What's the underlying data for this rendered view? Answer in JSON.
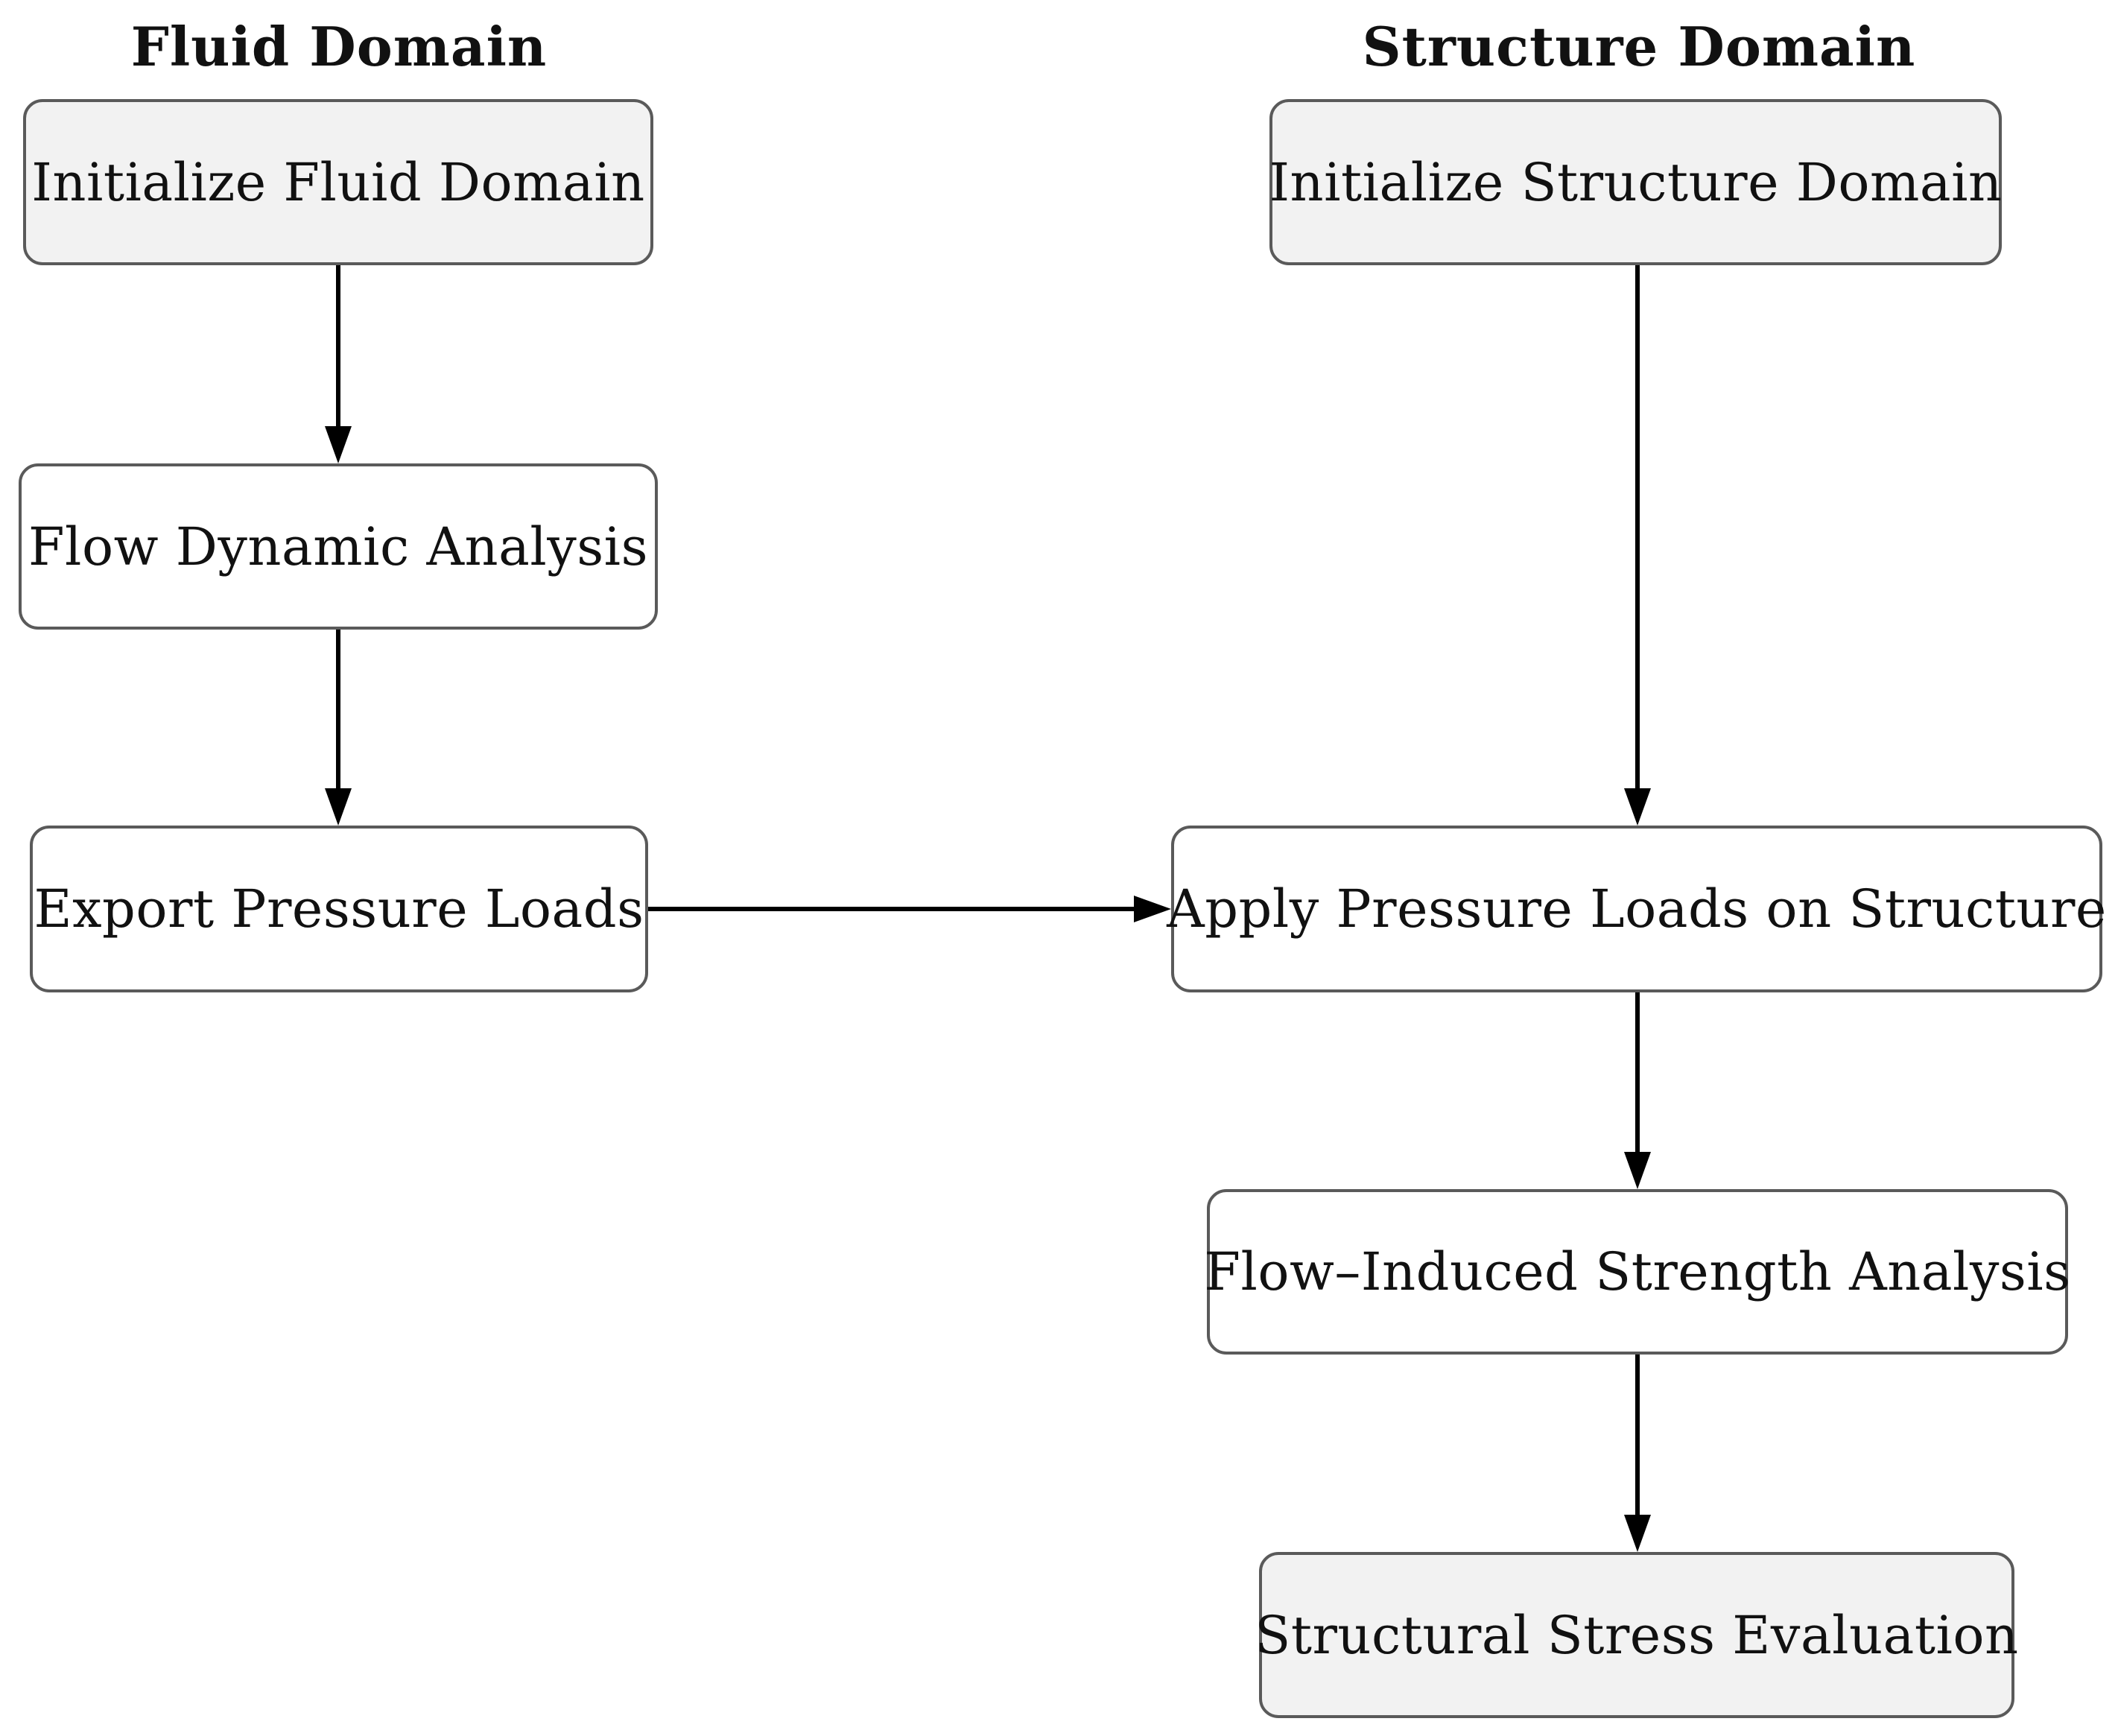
{
  "headings": {
    "fluid": "Fluid Domain",
    "structure": "Structure Domain"
  },
  "nodes": {
    "init_fluid": "Initialize Fluid Domain",
    "flow_dynamic": "Flow Dynamic Analysis",
    "export_pressure": "Export Pressure Loads",
    "init_structure": "Initialize Structure Domain",
    "apply_pressure": "Apply Pressure Loads on Structure",
    "flow_induced": "Flow–Induced Strength Analysis",
    "stress_eval": "Structural Stress Evaluation"
  },
  "edges": [
    {
      "from": "init_fluid",
      "to": "flow_dynamic"
    },
    {
      "from": "flow_dynamic",
      "to": "export_pressure"
    },
    {
      "from": "export_pressure",
      "to": "apply_pressure"
    },
    {
      "from": "init_structure",
      "to": "apply_pressure"
    },
    {
      "from": "apply_pressure",
      "to": "flow_induced"
    },
    {
      "from": "flow_induced",
      "to": "stress_eval"
    }
  ],
  "colors": {
    "start_end_fill": "#f2f2f2",
    "process_fill": "#ffffff",
    "border": "#5a5a5a",
    "arrow": "#000000"
  }
}
